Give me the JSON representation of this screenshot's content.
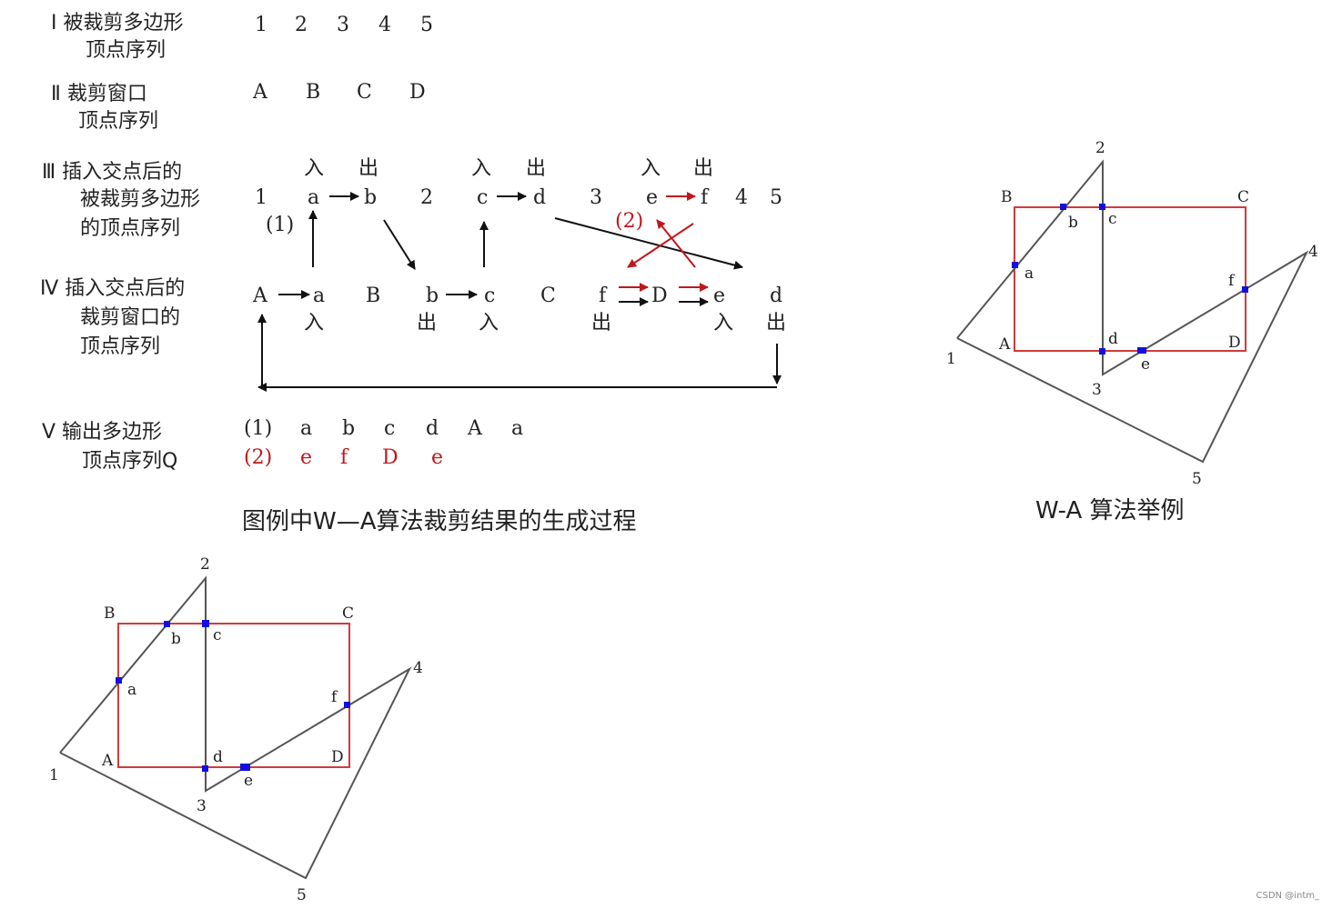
{
  "labels": {
    "row1": [
      "Ⅰ 被裁剪多边形",
      "顶点序列"
    ],
    "row1_seq": [
      "1",
      "2",
      "3",
      "4",
      "5"
    ],
    "row2": [
      "Ⅱ 裁剪窗口",
      "顶点序列"
    ],
    "row2_seq": [
      "A",
      "B",
      "C",
      "D"
    ],
    "row3": [
      "Ⅲ 插入交点后的",
      "被裁剪多边形",
      "的顶点序列"
    ],
    "row3_seq": [
      "1",
      "a",
      "b",
      "2",
      "c",
      "d",
      "3",
      "e",
      "f",
      "4",
      "5"
    ],
    "row3_tags": [
      "入",
      "出",
      "入",
      "出",
      "入",
      "出"
    ],
    "row4": [
      "Ⅳ 插入交点后的",
      "裁剪窗口的",
      "顶点序列"
    ],
    "row4_seq": [
      "A",
      "a",
      "B",
      "b",
      "c",
      "C",
      "f",
      "D",
      "e",
      "d"
    ],
    "row4_tags": [
      "入",
      "出",
      "入",
      "出",
      "入",
      "出"
    ],
    "marker1": "(1)",
    "marker2": "(2)",
    "row5": [
      "Ⅴ 输出多边形",
      "顶点序列Q"
    ],
    "row5_out1": [
      "(1)",
      "a",
      "b",
      "c",
      "d",
      "A",
      "a"
    ],
    "row5_out2": [
      "(2)",
      "e",
      "f",
      "D",
      "e"
    ],
    "caption_left": "图例中W—A算法裁剪结果的生成过程",
    "caption_right": "W-A 算法举例",
    "figure_vertices": [
      "1",
      "2",
      "3",
      "4",
      "5"
    ],
    "figure_window": [
      "A",
      "B",
      "C",
      "D"
    ],
    "figure_intersections": [
      "a",
      "b",
      "c",
      "d",
      "e",
      "f"
    ],
    "footer": "CSDN @intm_"
  },
  "colors": {
    "window": "#d23a3a",
    "highlight": "#c0171c",
    "points": "#1010e0"
  }
}
